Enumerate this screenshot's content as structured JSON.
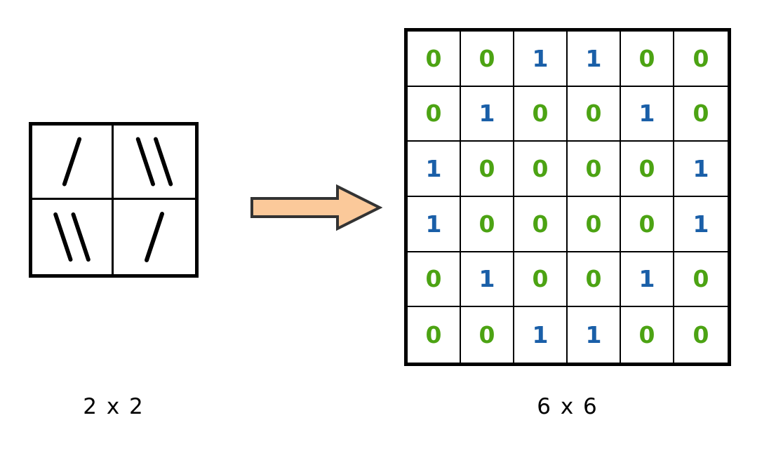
{
  "figure": {
    "kind": "grid-upsampling-illustration",
    "colors": {
      "zero": "#4CA313",
      "one": "#1A5FA8",
      "grid_line": "#000000",
      "arrow_fill": "#FBC99A",
      "arrow_stroke": "#333333",
      "background": "#FFFFFF"
    }
  },
  "source": {
    "caption": "2 x 2",
    "rows": 2,
    "cols": 2,
    "cells": [
      {
        "name": "top-left",
        "marks": 1,
        "direction": "forward-slash"
      },
      {
        "name": "top-right",
        "marks": 2,
        "direction": "back-slash"
      },
      {
        "name": "bottom-left",
        "marks": 2,
        "direction": "back-slash"
      },
      {
        "name": "bottom-right",
        "marks": 1,
        "direction": "forward-slash"
      }
    ]
  },
  "arrow": {
    "icon": "right-arrow-icon",
    "direction": "right",
    "label": ""
  },
  "matrix": {
    "caption": "6 x 6",
    "rows": 6,
    "cols": 6,
    "values": [
      [
        0,
        0,
        1,
        1,
        0,
        0
      ],
      [
        0,
        1,
        0,
        0,
        1,
        0
      ],
      [
        1,
        0,
        0,
        0,
        0,
        1
      ],
      [
        1,
        0,
        0,
        0,
        0,
        1
      ],
      [
        0,
        1,
        0,
        0,
        1,
        0
      ],
      [
        0,
        0,
        1,
        1,
        0,
        0
      ]
    ]
  }
}
